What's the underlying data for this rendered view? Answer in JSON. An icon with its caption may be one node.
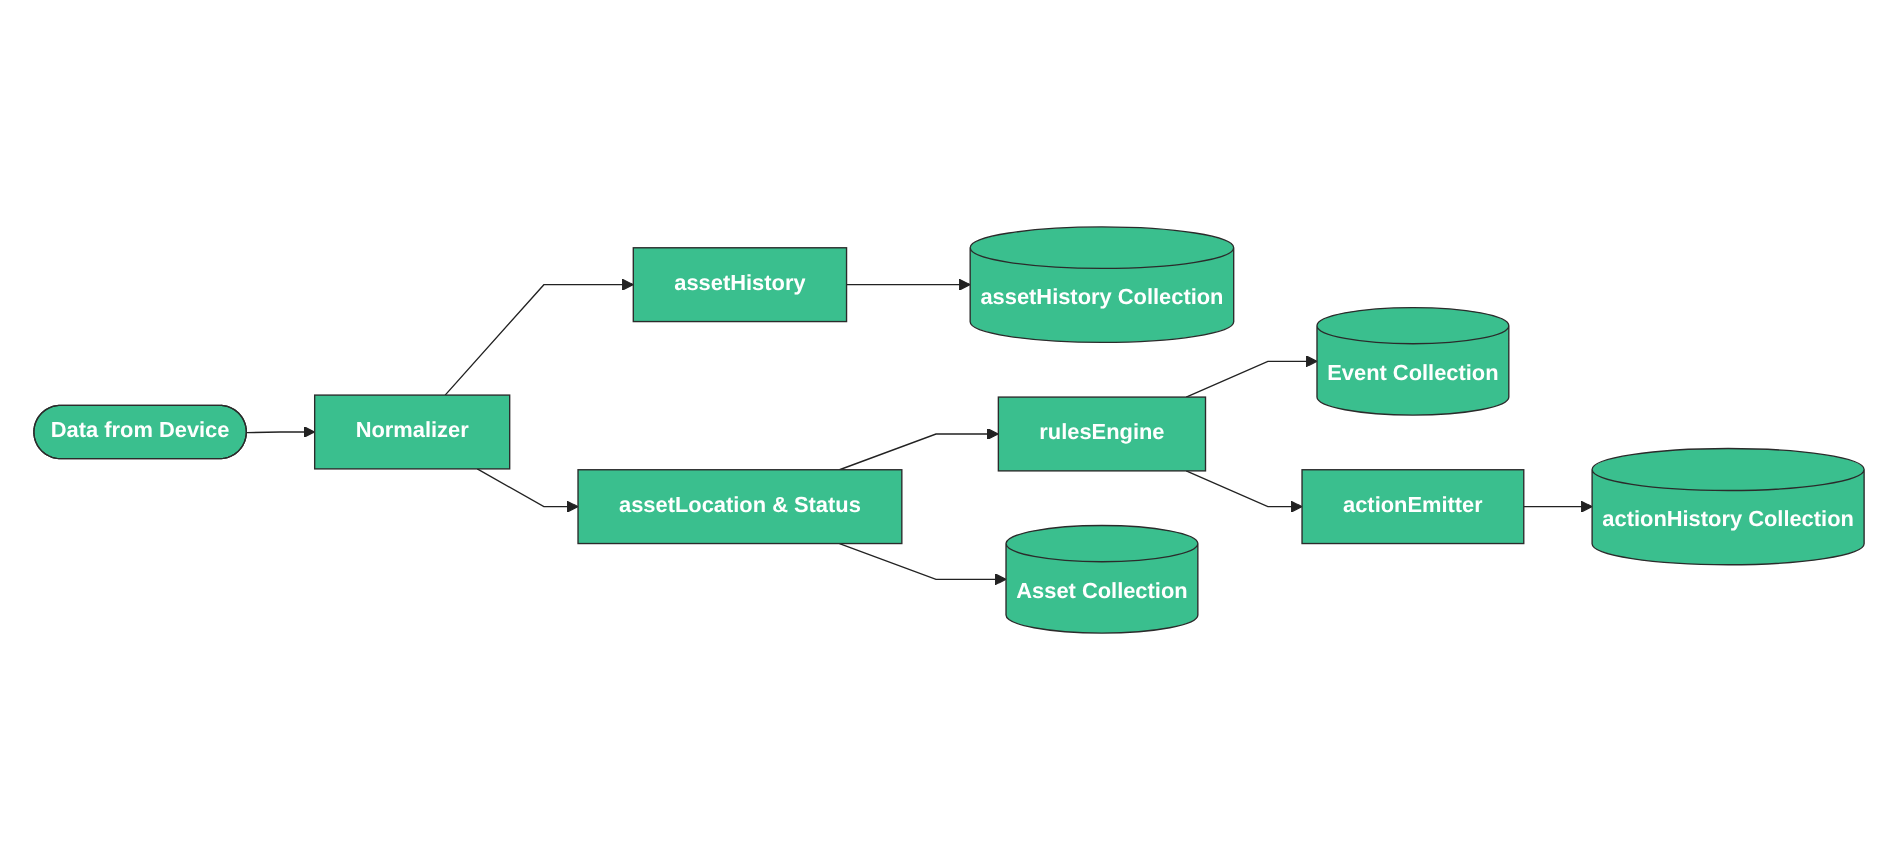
{
  "diagram": {
    "nodes": [
      {
        "text": [
          "Data from Device"
        ]
      },
      {
        "text": [
          "Normalizer"
        ]
      },
      {
        "text": [
          "assetHistory"
        ]
      },
      {
        "text": [
          "assetHistory Collection"
        ]
      },
      {
        "text": [
          "assetLocation & Status"
        ]
      },
      {
        "text": [
          "rulesEngine"
        ]
      },
      {
        "text": [
          "Event Collection"
        ]
      },
      {
        "text": [
          "Asset Collection"
        ]
      },
      {
        "text": [
          "actionEmitter"
        ]
      },
      {
        "text": [
          "actionHistory Collection"
        ]
      }
    ],
    "edges": [
      {
        "from": 0,
        "to": 1,
        "arrow": "to"
      },
      {
        "from": 1,
        "to": 2,
        "arrow": "to"
      },
      {
        "from": 2,
        "to": 3,
        "arrow": "to"
      },
      {
        "from": 1,
        "to": 4,
        "arrow": "to"
      },
      {
        "from": 4,
        "to": 5,
        "arrow": "to"
      },
      {
        "from": 5,
        "to": 6,
        "arrow": "to"
      },
      {
        "from": 4,
        "to": 7,
        "arrow": "to"
      },
      {
        "from": 5,
        "to": 8,
        "arrow": "to"
      },
      {
        "from": 8,
        "to": 9,
        "arrow": "to"
      }
    ]
  }
}
